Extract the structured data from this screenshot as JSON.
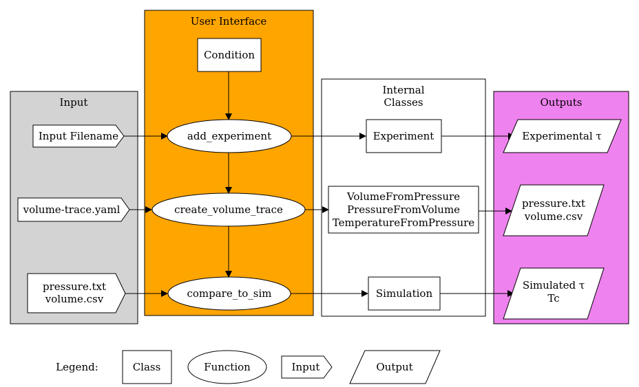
{
  "clusters": {
    "input": {
      "label": "Input",
      "fill": "#d3d3d3"
    },
    "ui": {
      "label": "User Interface",
      "fill": "#ffa500"
    },
    "internal": {
      "label_line1": "Internal",
      "label_line2": "Classes",
      "fill": "#ffffff"
    },
    "outputs": {
      "label": "Outputs",
      "fill": "#ee82ee"
    }
  },
  "inputs": {
    "filename": "Input Filename",
    "volume_trace": "volume-trace.yaml",
    "pressure_line1": "pressure.txt",
    "pressure_line2": "volume.csv"
  },
  "functions": {
    "condition": "Condition",
    "add_experiment": "add_experiment",
    "create_volume_trace": "create_volume_trace",
    "compare_to_sim": "compare_to_sim"
  },
  "classes": {
    "experiment": "Experiment",
    "vfp": "VolumeFromPressure",
    "pfv": "PressureFromVolume",
    "tfp": "TemperatureFromPressure",
    "simulation": "Simulation"
  },
  "outputs": {
    "experimental": "Experimental τ",
    "pressure_line1": "pressure.txt",
    "pressure_line2": "volume.csv",
    "simulated_line1": "Simulated τ",
    "simulated_line2": "Tc"
  },
  "legend": {
    "title": "Legend:",
    "class": "Class",
    "function": "Function",
    "input": "Input",
    "output": "Output"
  }
}
